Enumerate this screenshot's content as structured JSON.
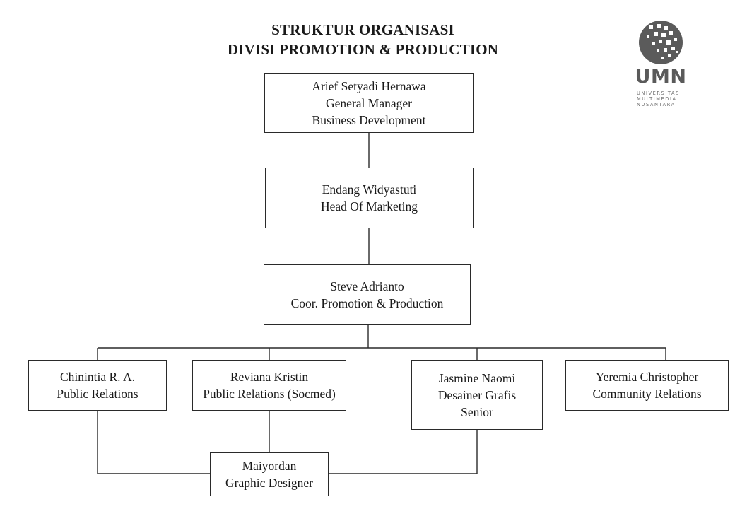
{
  "title": {
    "line1": "STRUKTUR ORGANISASI",
    "line2": "DIVISI PROMOTION & PRODUCTION"
  },
  "logo": {
    "icon": "umn-dot-globe-logo",
    "wordmark": "UMN",
    "sub_line1": "UNIVERSITAS",
    "sub_line2": "MULTIMEDIA",
    "sub_line3": "NUSANTARA"
  },
  "nodes": {
    "general_manager": {
      "name": "Arief Setyadi Hernawa",
      "role1": "General Manager",
      "role2": "Business Development"
    },
    "head_marketing": {
      "name": "Endang Widyastuti",
      "role": "Head Of Marketing"
    },
    "coordinator": {
      "name": "Steve Adrianto",
      "role": "Coor. Promotion & Production"
    },
    "chinintia": {
      "name": "Chinintia R. A.",
      "role": "Public Relations"
    },
    "reviana": {
      "name": "Reviana Kristin",
      "role": "Public Relations (Socmed)"
    },
    "jasmine": {
      "name": "Jasmine Naomi",
      "role1": "Desainer Grafis",
      "role2": "Senior"
    },
    "yeremia": {
      "name": "Yeremia Christopher",
      "role": "Community Relations"
    },
    "maiyordan": {
      "name": "Maiyordan",
      "role": "Graphic Designer"
    }
  }
}
